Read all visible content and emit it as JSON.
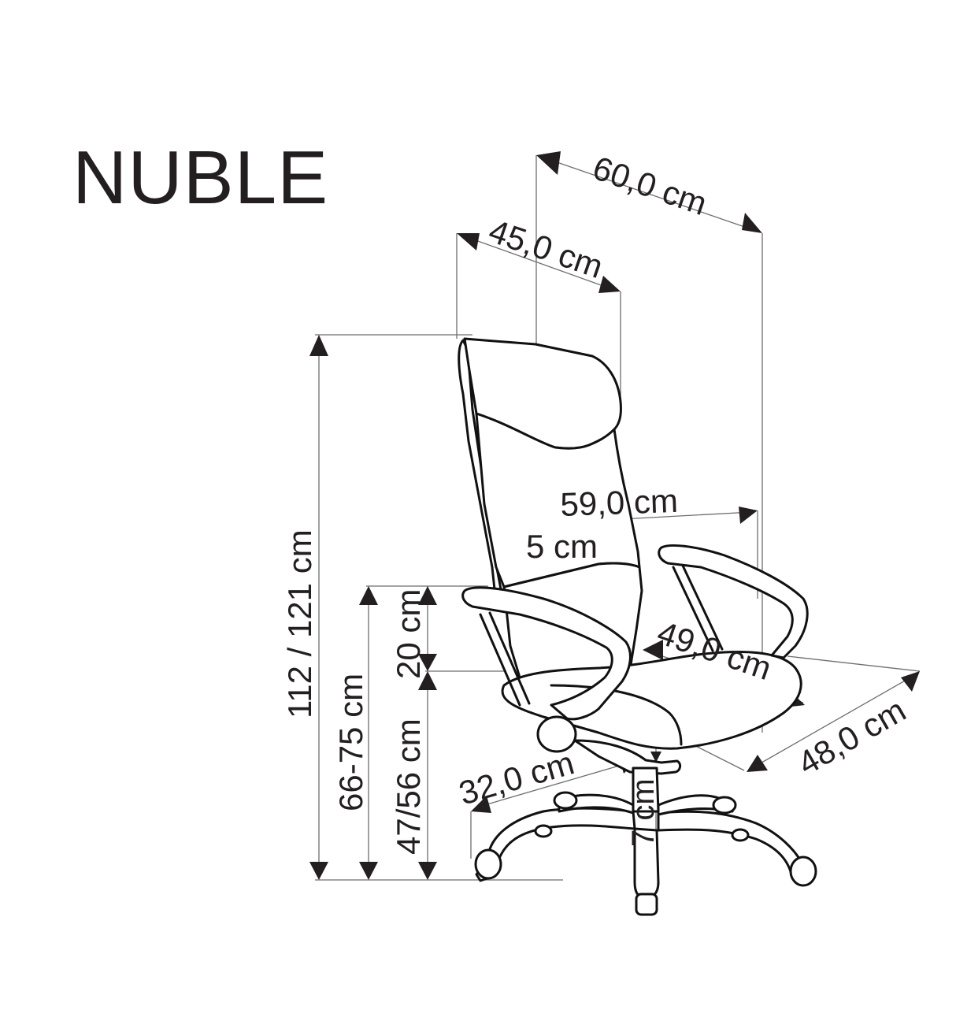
{
  "title": "NUBLE",
  "colors": {
    "ink": "#231f20",
    "guide": "#6d6e70",
    "background": "#ffffff"
  },
  "dimensions": {
    "overall_depth": "60,0 cm",
    "backrest_width": "45,0 cm",
    "armrest_width": "59,0 cm",
    "armrest_thickness": "5 cm",
    "seat_width": "49,0 cm",
    "seat_depth": "48,0 cm",
    "base_radius": "32,0 cm",
    "gas_lift_stroke": "7 cm",
    "total_height": "112 / 121 cm",
    "armrest_height": "66-75 cm",
    "seat_height": "47/56 cm",
    "armrest_above_seat": "20 cm"
  }
}
